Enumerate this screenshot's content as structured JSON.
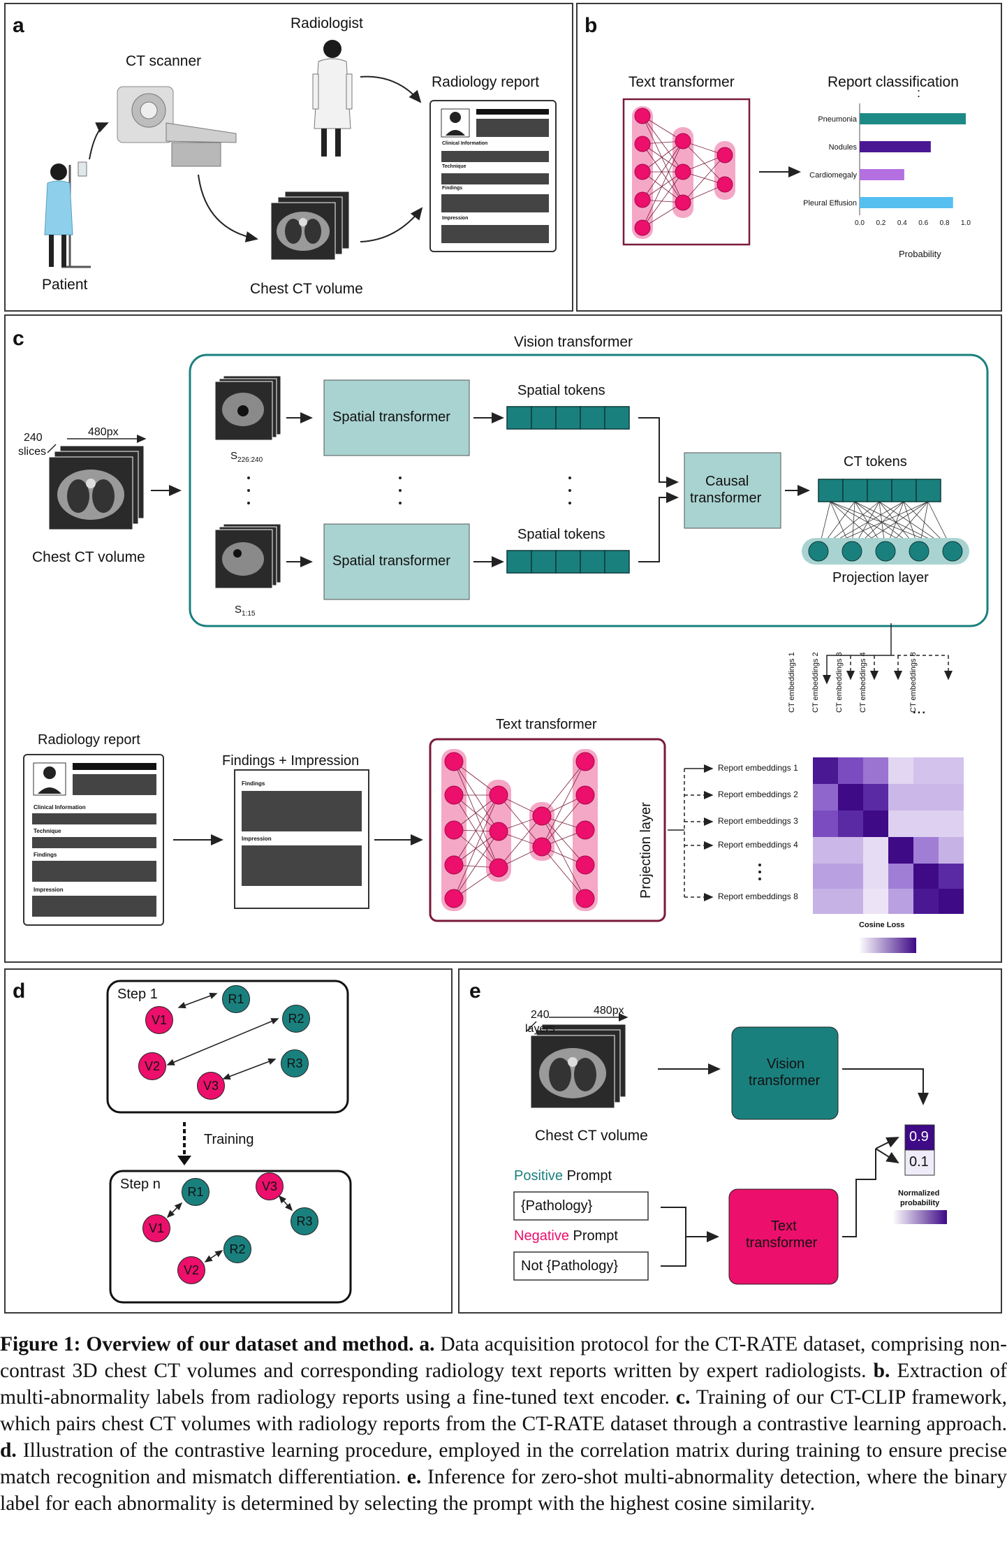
{
  "panels": {
    "a": {
      "label": "a",
      "radiologist": "Radiologist",
      "ct_scanner": "CT scanner",
      "radiology_report": "Radiology report",
      "patient": "Patient",
      "chest_ct_volume": "Chest CT volume",
      "report_sections": [
        "Clinical Information",
        "Technique",
        "Findings",
        "Impression"
      ]
    },
    "b": {
      "label": "b",
      "text_transformer": "Text transformer",
      "report_classification": "Report classification",
      "ellipsis": ":"
    },
    "c": {
      "label": "c",
      "vision_transformer": "Vision transformer",
      "slices_count": "240",
      "slices_word": "slices",
      "width_px": "480px",
      "chest_ct_volume": "Chest CT volume",
      "slice_top_label": "S",
      "slice_top_sub": "226:240",
      "slice_bottom_label": "S",
      "slice_bottom_sub": "1:15",
      "spatial_transformer": "Spatial transformer",
      "spatial_tokens": "Spatial tokens",
      "causal_transformer_1": "Causal",
      "causal_transformer_2": "transformer",
      "ct_tokens": "CT tokens",
      "projection_layer": "Projection layer",
      "ct_embeddings": [
        "CT embeddings 1",
        "CT embeddings 2",
        "CT embeddings 3",
        "CT embeddings 4",
        "CT embeddings 8"
      ],
      "embeddings_ellipsis": "...",
      "radiology_report": "Radiology report",
      "report_sections": [
        "Clinical Information",
        "Technique",
        "Findings",
        "Impression"
      ],
      "findings_impression": "Findings + Impression",
      "findings": "Findings",
      "impression": "Impression",
      "text_transformer": "Text transformer",
      "text_projection_layer": "Projection layer",
      "report_embeddings": [
        "Report embeddings 1",
        "Report embeddings 2",
        "Report embeddings 3",
        "Report embeddings 4",
        "Report embeddings 8"
      ],
      "cosine_loss": "Cosine Loss"
    },
    "d": {
      "label": "d",
      "step1": "Step 1",
      "training": "Training",
      "stepn": "Step n",
      "nodes": [
        "V1",
        "V2",
        "V3",
        "R1",
        "R2",
        "R3"
      ]
    },
    "e": {
      "label": "e",
      "layers_count": "240",
      "layers_word": "layers",
      "width_px": "480px",
      "chest_ct_volume": "Chest CT volume",
      "vision_transformer_1": "Vision",
      "vision_transformer_2": "transformer",
      "positive_word": "Positive",
      "negative_word": "Negative",
      "prompt_word": " Prompt",
      "positive_prompt": "{Pathology}",
      "negative_prompt": "Not {Pathology}",
      "text_transformer_1": "Text",
      "text_transformer_2": "transformer",
      "prob_high": "0.9",
      "prob_low": "0.1",
      "normalized_1": "Normalized",
      "normalized_2": "probability"
    }
  },
  "chart_data": {
    "type": "bar",
    "categories": [
      "Pneumonia",
      "Nodules",
      "Cardiomegaly",
      "Pleural Effusion"
    ],
    "values": [
      1.0,
      0.67,
      0.42,
      0.88
    ],
    "colors": [
      "#1e8a86",
      "#4b1894",
      "#b46fe0",
      "#55bff0"
    ],
    "xlabel": "Probability",
    "xlim": [
      0,
      1.0
    ],
    "ticks": [
      "0.0",
      "0.2",
      "0.4",
      "0.6",
      "0.8",
      "1.0"
    ],
    "orientation": "horizontal"
  },
  "caption": {
    "figure_label": "Figure 1: Overview of our dataset and method.",
    "a_label": "a.",
    "a_text": " Data acquisition protocol for the CT-RATE dataset, comprising non-contrast 3D chest CT volumes and corresponding radiology text reports written by expert radiologists. ",
    "b_label": "b.",
    "b_text": " Extraction of multi-abnormality labels from radiology reports using a fine-tuned text encoder. ",
    "c_label": "c.",
    "c_text": " Training of our CT-CLIP framework, which pairs chest CT volumes with radiology reports from the CT-RATE dataset through a contrastive learning approach. ",
    "d_label": "d.",
    "d_text": " Illustration of the contrastive learning procedure, employed in the correlation matrix during training to ensure precise match recognition and mismatch differentiation. ",
    "e_label": "e.",
    "e_text": " Inference for zero-shot multi-abnormality detection, where the binary label for each abnormality is determined by selecting the prompt with the highest cosine similarity."
  },
  "colors": {
    "teal_box": "#a9d3d1",
    "teal_dark": "#1a807e",
    "pink": "#ec0f6b",
    "pink_light": "#f5a8c6",
    "maroon": "#7a1a3a",
    "purple_dark": "#3e0a86"
  }
}
